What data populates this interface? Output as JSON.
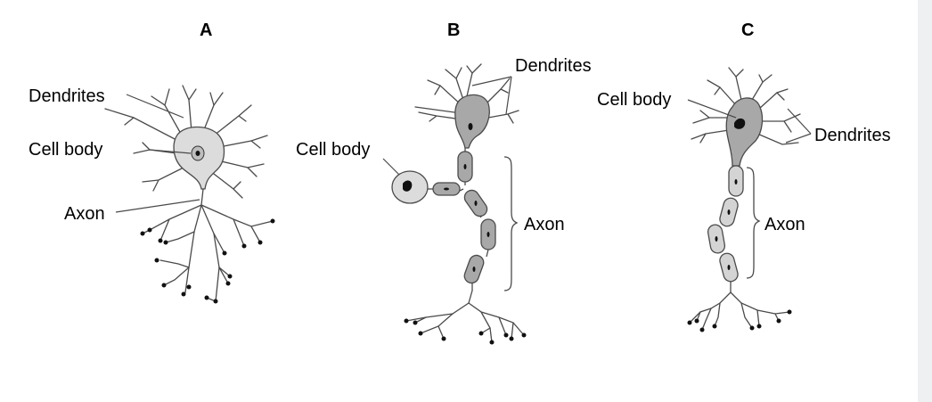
{
  "panels": [
    {
      "letter": "A",
      "labels": {
        "dendrites": "Dendrites",
        "cell_body": "Cell body",
        "axon": "Axon"
      }
    },
    {
      "letter": "B",
      "labels": {
        "dendrites": "Dendrites",
        "cell_body": "Cell body",
        "axon": "Axon"
      }
    },
    {
      "letter": "C",
      "labels": {
        "dendrites": "Dendrites",
        "cell_body": "Cell body",
        "axon": "Axon"
      }
    }
  ],
  "colors": {
    "soma_light": "#dcdcdc",
    "soma_dark": "#a8a8a8",
    "myelin": "#a8a8a8",
    "myelin_light": "#d4d4d4",
    "outline": "#4a4a4a",
    "nucleus": "#111111"
  }
}
